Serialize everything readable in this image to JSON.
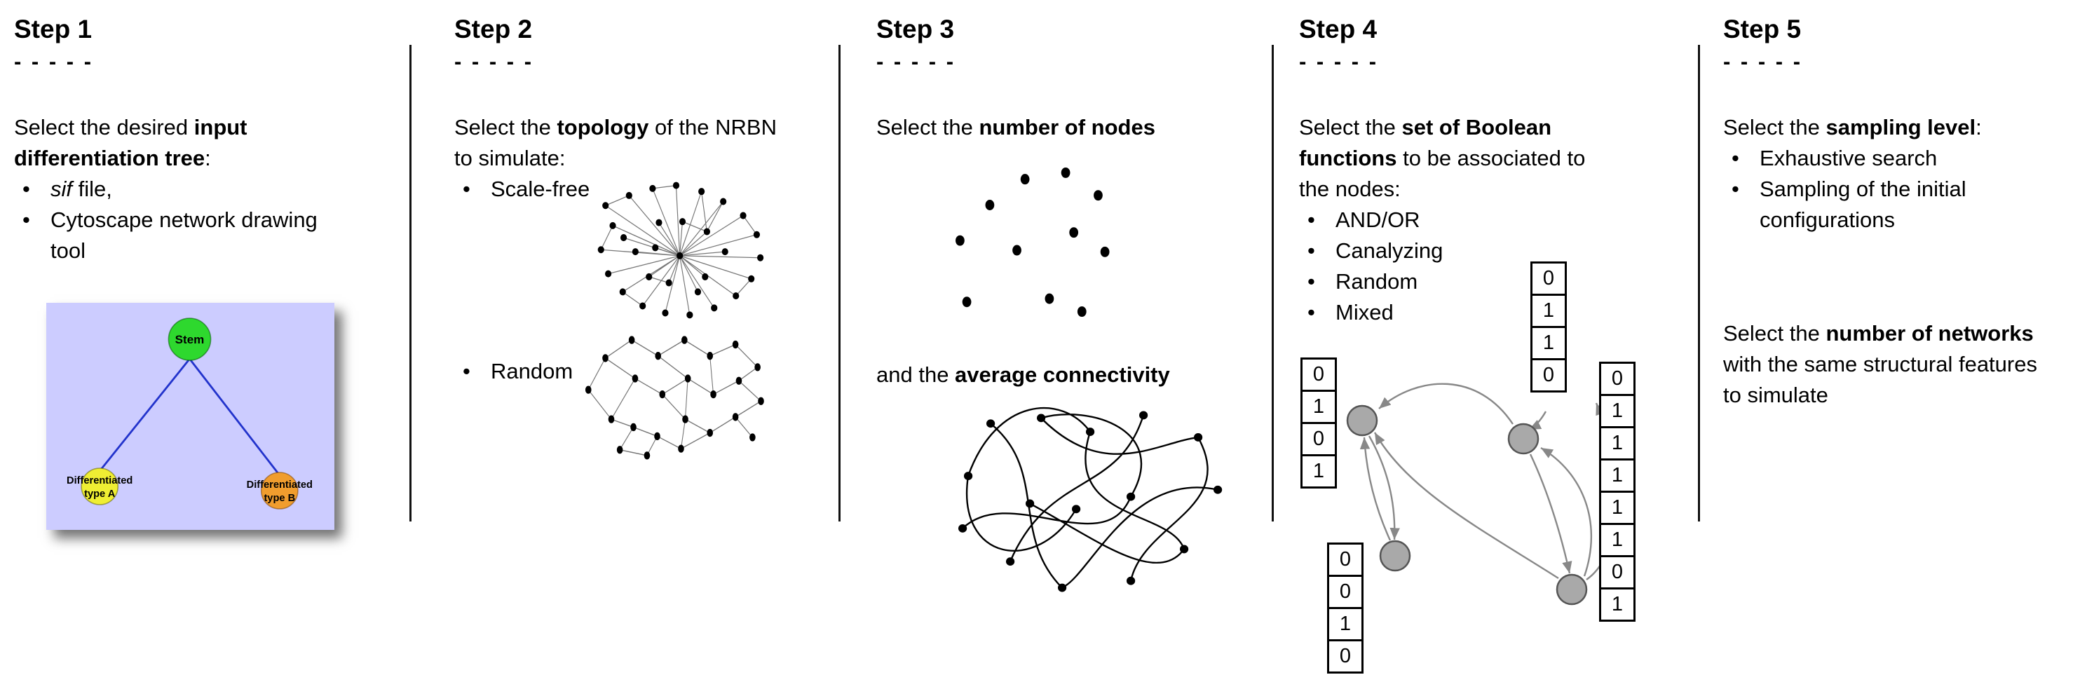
{
  "ui": {
    "bullet_char": "•",
    "colors": {
      "tree_background": "#ccccff",
      "stem_node": "#2ed82e",
      "type_a_node": "#efee33",
      "type_b_node": "#f09d2e",
      "tree_edge": "#2233cc",
      "boolean_node": "#a9a9a9",
      "arrow": "#888888"
    }
  },
  "steps": [
    {
      "title": "Step 1",
      "dashes": "- - - - -",
      "intro": {
        "pre": "Select the desired ",
        "bold": "input differentiation tree",
        "post": ":"
      },
      "bullets": [
        {
          "italic": "sif",
          "text": " file,"
        },
        {
          "text": "Cytoscape network drawing tool"
        }
      ],
      "tree": {
        "root_label": "Stem",
        "left_label_line1": "Differentiated",
        "left_label_line2": "type A",
        "right_label_line1": "Differentiated",
        "right_label_line2": "type B"
      }
    },
    {
      "title": "Step 2",
      "dashes": "- - - - -",
      "intro": {
        "pre": "Select the ",
        "bold": "topology",
        "post": " of the NRBN to simulate:"
      },
      "bullets": [
        {
          "text": "Scale-free"
        },
        {
          "text": "Random"
        }
      ]
    },
    {
      "title": "Step 3",
      "dashes": "- - - - -",
      "intro": {
        "pre": "Select the ",
        "bold": "number of nodes",
        "post": ""
      },
      "second": {
        "pre": "and the ",
        "bold": "average connectivity",
        "post": ""
      }
    },
    {
      "title": "Step 4",
      "dashes": "- - - - -",
      "intro": {
        "pre": "Select the ",
        "bold": "set of Boolean functions",
        "post": " to be associated to the nodes:"
      },
      "bullets": [
        {
          "text": "AND/OR"
        },
        {
          "text": "Canalyzing"
        },
        {
          "text": "Random"
        },
        {
          "text": "Mixed"
        }
      ],
      "truth_tables": {
        "top": [
          "0",
          "1",
          "1",
          "0"
        ],
        "left": [
          "0",
          "1",
          "0",
          "1"
        ],
        "bottom_left": [
          "0",
          "0",
          "1",
          "0"
        ],
        "right": [
          "0",
          "1",
          "1",
          "1",
          "1",
          "1",
          "0",
          "1"
        ]
      }
    },
    {
      "title": "Step 5",
      "dashes": "- - - - -",
      "intro": {
        "pre": "Select the ",
        "bold": "sampling level",
        "post": ":"
      },
      "bullets": [
        {
          "text": "Exhaustive search"
        },
        {
          "text": "Sampling of the initial configurations"
        }
      ],
      "second": {
        "pre": "Select the ",
        "bold": "number of networks",
        "post": " with the same structural features to simulate"
      }
    }
  ]
}
